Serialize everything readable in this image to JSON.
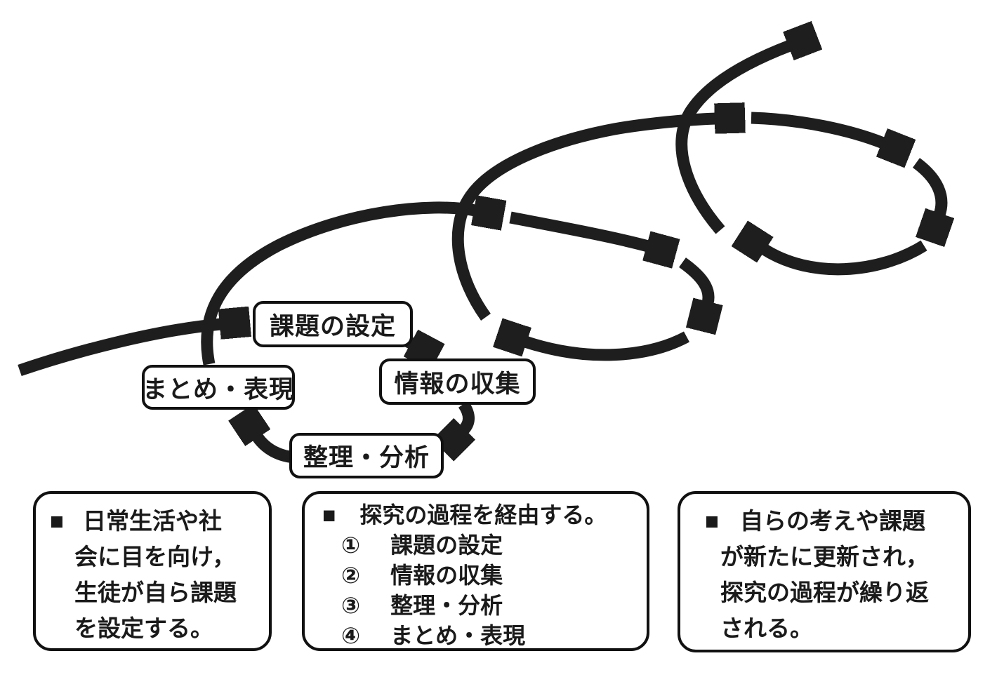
{
  "figure": {
    "description": "inquiry-process-spiral-diagram",
    "cycle_boxes": [
      {
        "id": "task",
        "label": "課題の設定"
      },
      {
        "id": "info",
        "label": "情報の収集"
      },
      {
        "id": "analyze",
        "label": "整理・分析"
      },
      {
        "id": "summary",
        "label": "まとめ・表現"
      }
    ],
    "arrow_color": "#1e1e1e",
    "notes": [
      {
        "bullet": "■",
        "first_line": "日常生活や社",
        "cont_lines": [
          "会に目を向け，",
          "生徒が自ら課題",
          "を設定する。"
        ]
      },
      {
        "bullet": "■",
        "heading": "探究の過程を経由する。",
        "items": [
          {
            "num": "①",
            "text": "課題の設定"
          },
          {
            "num": "②",
            "text": "情報の収集"
          },
          {
            "num": "③",
            "text": "整理・分析"
          },
          {
            "num": "④",
            "text": "まとめ・表現"
          }
        ]
      },
      {
        "bullet": "■",
        "first_line": "自らの考えや課題",
        "cont_lines": [
          "が新たに更新され，",
          "探究の過程が繰り返",
          "される。"
        ]
      }
    ]
  }
}
